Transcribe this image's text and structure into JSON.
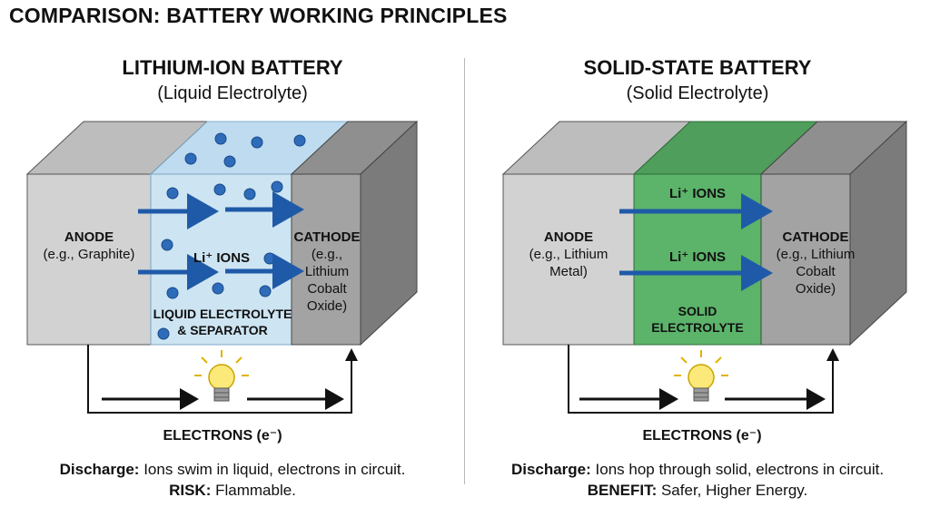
{
  "title": "COMPARISON: BATTERY WORKING PRINCIPLES",
  "left": {
    "heading": "LITHIUM-ION BATTERY",
    "subheading": "(Liquid Electrolyte)",
    "anode": {
      "name": "ANODE",
      "detail": "(e.g., Graphite)"
    },
    "cathode": {
      "name": "CATHODE",
      "detail_lines": [
        "(e.g., Lithium",
        "Cobalt",
        "Oxide)"
      ]
    },
    "ions_label": "Li⁺ IONS",
    "electrolyte_lines": [
      "LIQUID ELECTROLYTE",
      "& SEPARATOR"
    ],
    "electrons_label": "ELECTRONS (e⁻)",
    "caption1": {
      "key": "Discharge:",
      "text": " Ions swim in liquid, electrons in circuit."
    },
    "caption2": {
      "key": "RISK:",
      "text": " Flammable."
    },
    "colors": {
      "electrode": "#cfcfcf",
      "electrolyte": "#cde4f2",
      "ion": "#2e6bb8"
    }
  },
  "right": {
    "heading": "SOLID-STATE BATTERY",
    "subheading": "(Solid Electrolyte)",
    "anode": {
      "name": "ANODE",
      "detail_lines": [
        "(e.g., Lithium",
        "Metal)"
      ]
    },
    "cathode": {
      "name": "CATHODE",
      "detail_lines": [
        "(e.g., Lithium",
        "Cobalt",
        "Oxide)"
      ]
    },
    "ions_label_top": "Li⁺ IONS",
    "ions_label_bottom": "Li⁺ IONS",
    "electrolyte_lines": [
      "SOLID",
      "ELECTROLYTE"
    ],
    "electrons_label": "ELECTRONS (e⁻)",
    "caption1": {
      "key": "Discharge:",
      "text": " Ions hop through solid, electrons in circuit."
    },
    "caption2": {
      "key": "BENEFIT:",
      "text": " Safer, Higher Energy."
    },
    "colors": {
      "electrode": "#cfcfcf",
      "electrolyte": "#5cb36a"
    }
  },
  "icons": [
    "light-bulb-icon",
    "arrow-right-icon",
    "arrow-up-icon"
  ]
}
